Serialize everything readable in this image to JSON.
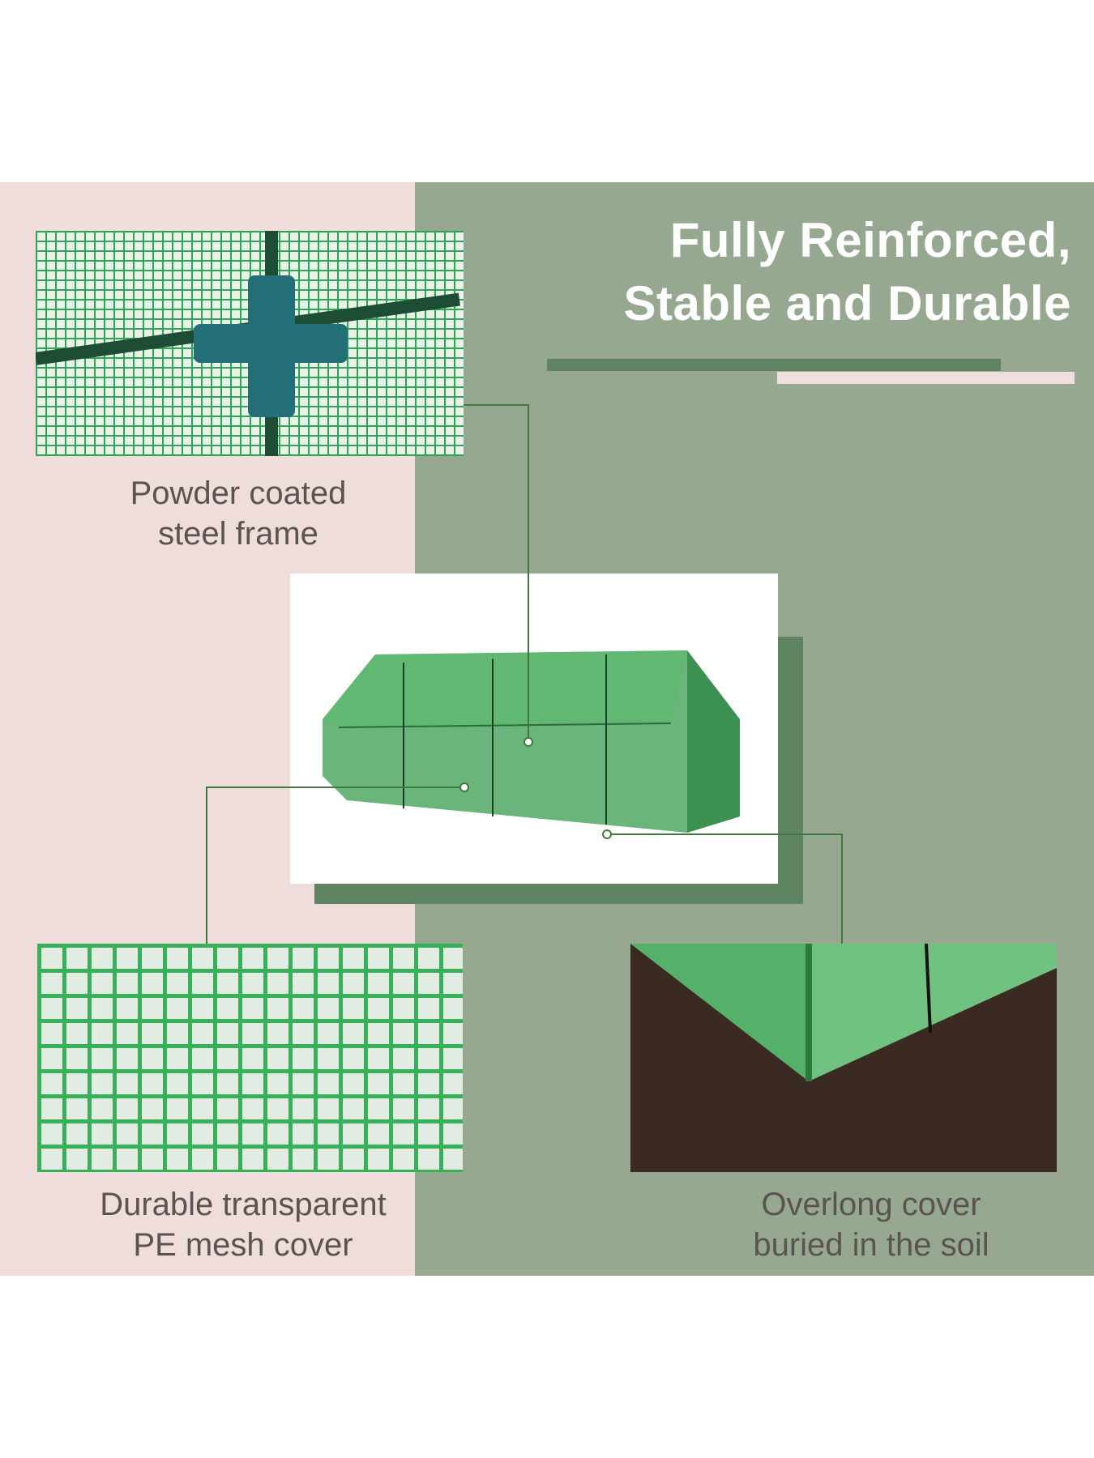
{
  "title": {
    "line1": "Fully Reinforced,",
    "line2": "Stable and Durable"
  },
  "features": [
    {
      "caption_line1": "Powder coated",
      "caption_line2": "steel frame",
      "icon": "steel-frame-photo"
    },
    {
      "caption_line1": "Durable transparent",
      "caption_line2": "PE mesh cover",
      "icon": "mesh-cover-photo"
    },
    {
      "caption_line1": "Overlong cover",
      "caption_line2": "buried in the soil",
      "icon": "soil-cover-photo"
    }
  ],
  "colors": {
    "pink": "#efdddb",
    "green": "#97a891",
    "accent": "#5e8462"
  }
}
